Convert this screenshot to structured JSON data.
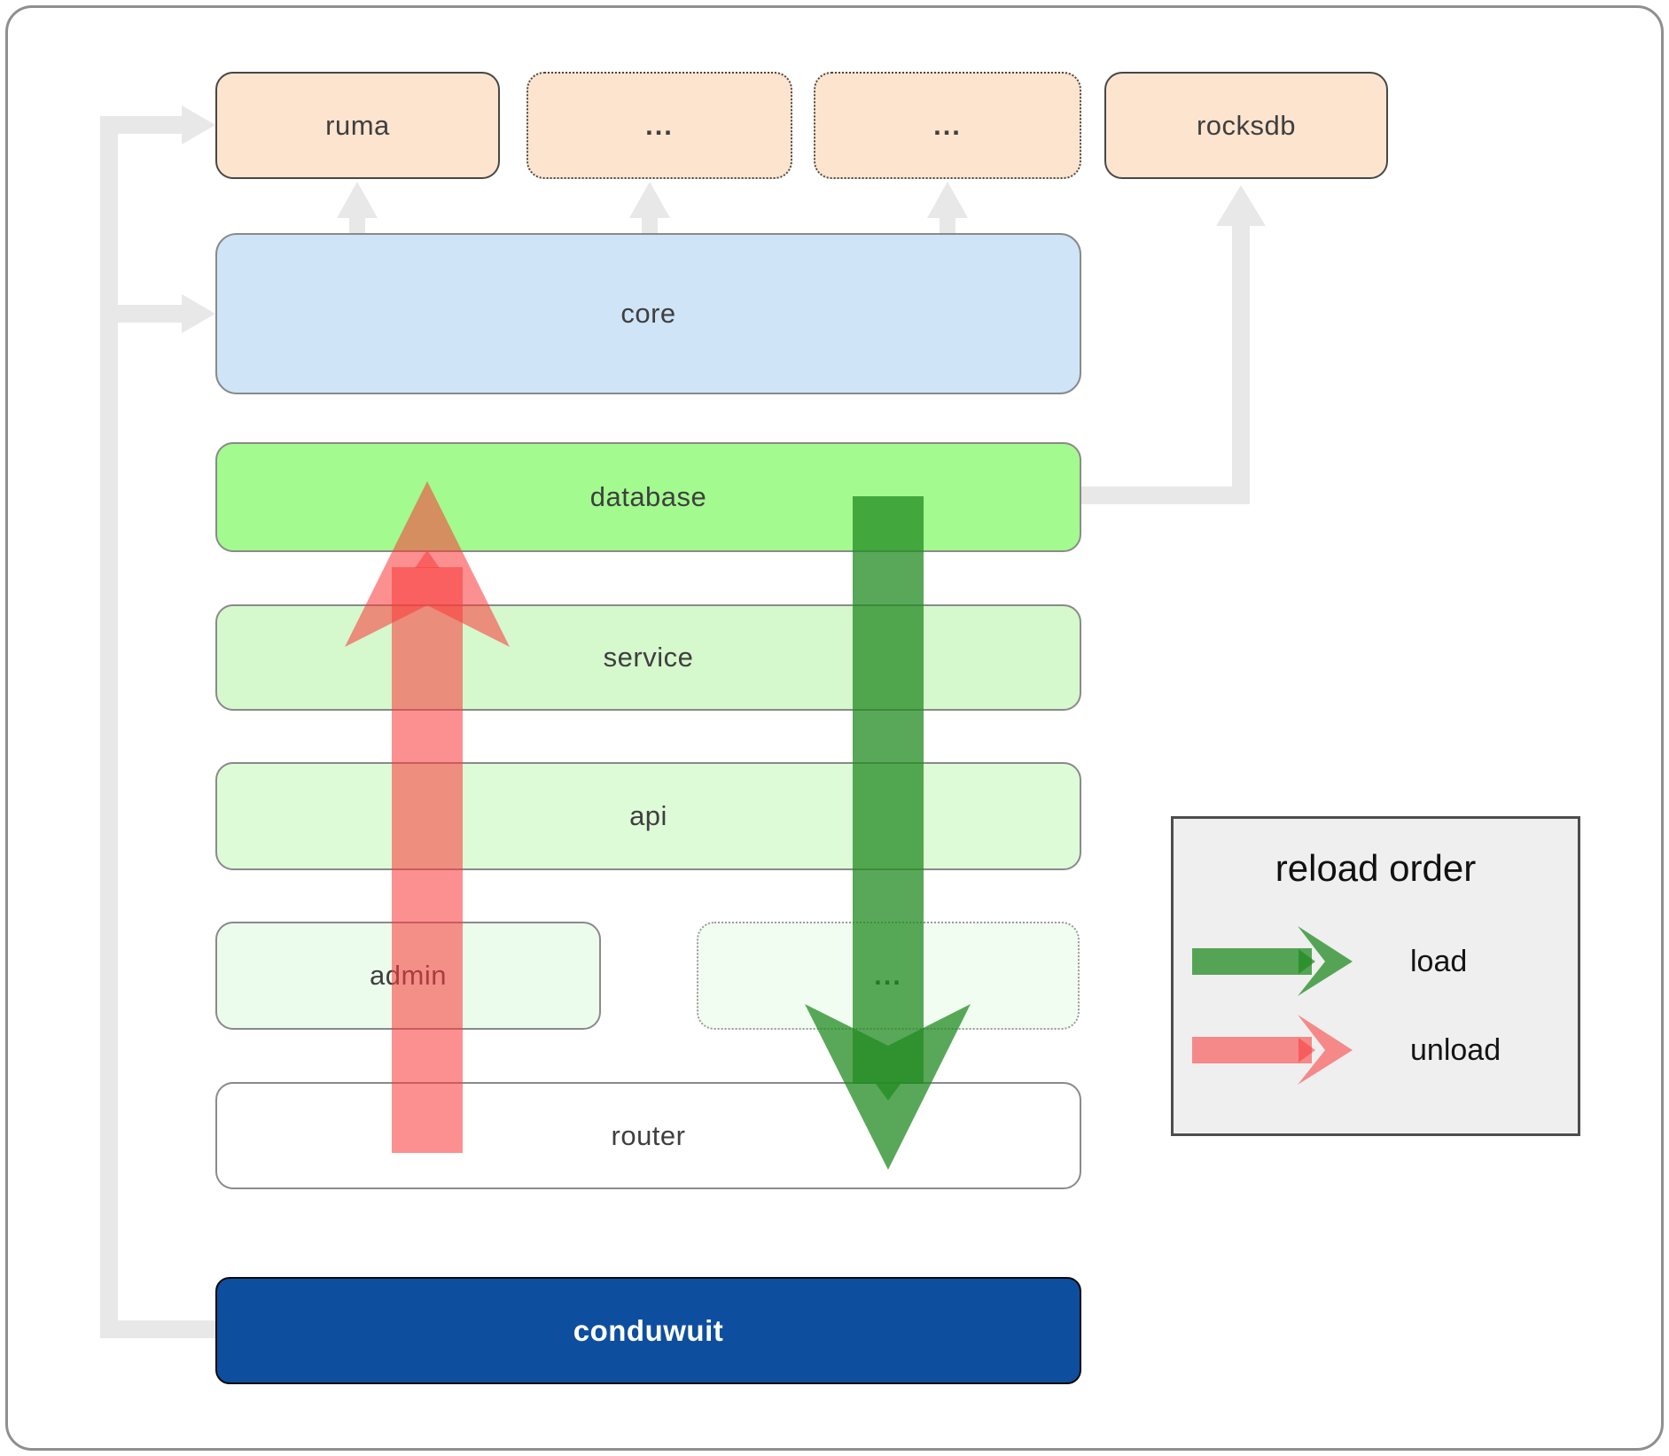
{
  "boxes": {
    "ruma": {
      "label": "ruma"
    },
    "dots_top_1": {
      "label": "..."
    },
    "dots_top_2": {
      "label": "..."
    },
    "rocksdb": {
      "label": "rocksdb"
    },
    "core": {
      "label": "core"
    },
    "database": {
      "label": "database"
    },
    "service": {
      "label": "service"
    },
    "api": {
      "label": "api"
    },
    "admin": {
      "label": "admin"
    },
    "dots_admin": {
      "label": "..."
    },
    "router": {
      "label": "router"
    },
    "conduwuit": {
      "label": "conduwuit"
    }
  },
  "legend": {
    "title": "reload order",
    "items": [
      {
        "label": "load",
        "color": "#228b22",
        "direction": "down"
      },
      {
        "label": "unload",
        "color": "#fa3c3c",
        "direction": "up"
      }
    ]
  },
  "colors": {
    "load_green": "#228b22",
    "unload_red": "#fa3c3c",
    "connector_gray": "#e8e8e8",
    "peach_fill": "#fce4cf",
    "peach_border": "#474747",
    "core_fill": "#cfe4f7",
    "database_fill": "#a3fa8f",
    "service_fill": "#d5f8cd",
    "api_fill": "#defbd8",
    "admin_fill": "#ecfcec",
    "admin_dots_fill": "#f2fdf2",
    "router_fill": "#ffffff",
    "conduwuit_fill": "#0d4f9e",
    "box_border_gray": "#8a8a8a",
    "label_color": "#3f3f3f",
    "legend_bg": "#efefef",
    "legend_border": "#4d4d4d"
  }
}
